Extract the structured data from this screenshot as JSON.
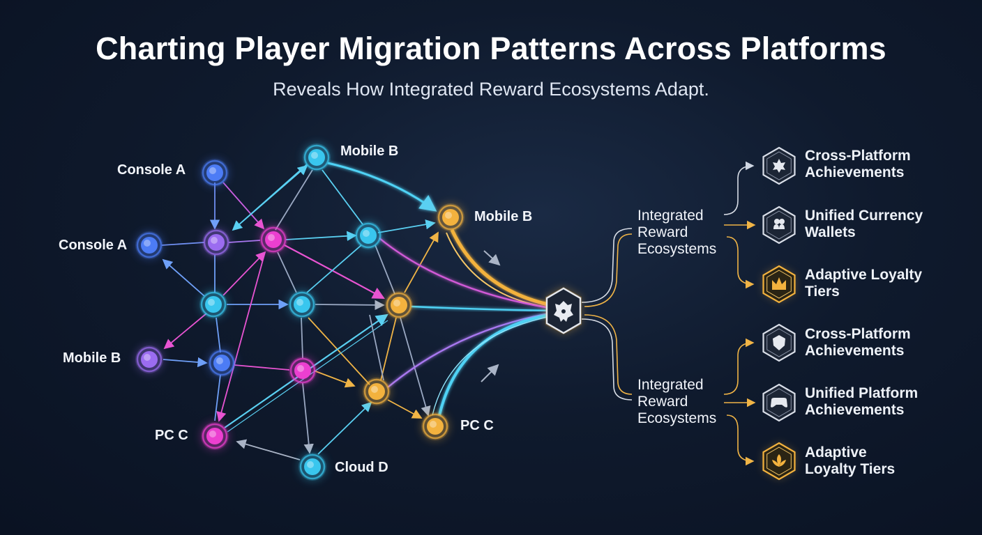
{
  "header": {
    "title": "Charting Player Migration Patterns Across Platforms",
    "subtitle": "Reveals How Integrated Reward Ecosystems Adapt."
  },
  "colors": {
    "blue": "#4c7cf5",
    "violet": "#9b6cf0",
    "magenta": "#ec3fd0",
    "cyan": "#39c6ee",
    "gold": "#f3b23e",
    "connector": "#d8dde6"
  },
  "nodes": [
    {
      "id": "console-a-top",
      "label": "Console A",
      "color": "blue"
    },
    {
      "id": "console-a-left",
      "label": "Console A",
      "color": "blue"
    },
    {
      "id": "mobile-b-left",
      "label": "Mobile B",
      "color": "violet"
    },
    {
      "id": "pc-c-left",
      "label": "PC C",
      "color": "magenta"
    },
    {
      "id": "mobile-b-top",
      "label": "Mobile B",
      "color": "cyan"
    },
    {
      "id": "mobile-b-right",
      "label": "Mobile B",
      "color": "gold"
    },
    {
      "id": "pc-c-right",
      "label": "PC C",
      "color": "gold"
    },
    {
      "id": "cloud-d",
      "label": "Cloud D",
      "color": "cyan"
    },
    {
      "id": "n-violet-1",
      "label": "",
      "color": "violet"
    },
    {
      "id": "n-magenta-1",
      "label": "",
      "color": "magenta"
    },
    {
      "id": "n-cyan-1",
      "label": "",
      "color": "cyan"
    },
    {
      "id": "n-cyan-2",
      "label": "",
      "color": "cyan"
    },
    {
      "id": "n-cyan-3",
      "label": "",
      "color": "cyan"
    },
    {
      "id": "n-gold-1",
      "label": "",
      "color": "gold"
    },
    {
      "id": "n-blue-2",
      "label": "",
      "color": "blue"
    },
    {
      "id": "n-magenta-2",
      "label": "",
      "color": "magenta"
    },
    {
      "id": "n-gold-2",
      "label": "",
      "color": "gold"
    }
  ],
  "hubs": [
    {
      "label": "Integrated\nReward\nEcosystems"
    },
    {
      "label": "Integrated\nReward\nEcosystems"
    }
  ],
  "rewards": [
    {
      "label": "Cross-Platform\nAchievements",
      "icon": "gear-flower-icon",
      "tone": "white"
    },
    {
      "label": "Unified Currency\nWallets",
      "icon": "group-icon",
      "tone": "white"
    },
    {
      "label": "Adaptive Loyalty\nTiers",
      "icon": "crown-icon",
      "tone": "gold"
    },
    {
      "label": "Cross-Platform\nAchievements",
      "icon": "shield-icon",
      "tone": "white"
    },
    {
      "label": "Unified Platform\nAchievements",
      "icon": "gamepad-icon",
      "tone": "white"
    },
    {
      "label": "Adaptive\nLoyalty Tiers",
      "icon": "lotus-icon",
      "tone": "gold"
    }
  ],
  "central_icon": "lion-emblem-icon"
}
